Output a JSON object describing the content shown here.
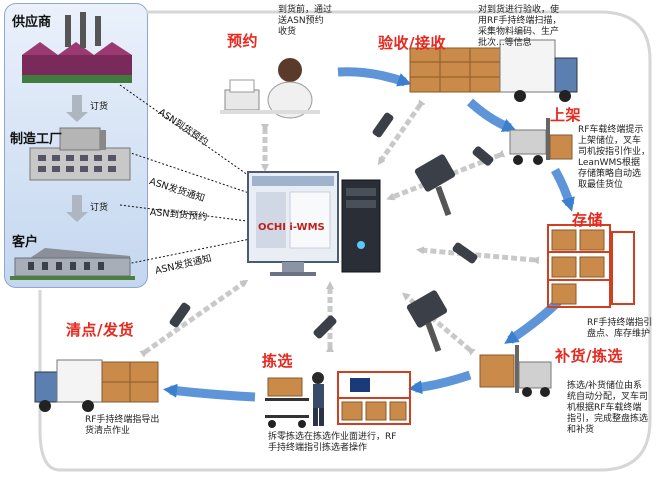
{
  "supply_chain": {
    "supplier": "供应商",
    "manufacturer": "制造工厂",
    "customer": "客户",
    "order_1": "订货",
    "order_2": "订货"
  },
  "asn_messages": [
    "ASN到货预约",
    "ASN发货通知",
    "ASN到货预约",
    "ASN发货通知"
  ],
  "center": {
    "system_name": "OCHI i-WMS"
  },
  "stages": {
    "reservation": {
      "title": "预约",
      "note": "到货前，通过\n送ASN预约\n收货"
    },
    "receiving": {
      "title": "验收/接收",
      "note": "对到货进行验收，使\n用RF手持终端扫描，\n采集物料编码、生产\n批次...等信息"
    },
    "putaway": {
      "title": "上架",
      "note": "RF车载终端提示\n上架储位，叉车\n司机按指引作业，\nLeanWMS根据\n存储策略自动选\n取最佳货位"
    },
    "storage": {
      "title": "存储",
      "note": "RF手持终端指引\n盘点、库存维护"
    },
    "replenish": {
      "title": "补货/拣选",
      "note": "拣选/补货储位由系\n统自动分配，叉车司\n机根据RF车载终端\n指引，完成整盘拣选\n和补货"
    },
    "picking": {
      "title": "拣选",
      "note": "拆零拣选在拣选作业面进行，RF\n手持终端指引拣选者操作"
    },
    "shipping": {
      "title": "清点/发货",
      "note": "RF手持终端指导出\n货清点作业"
    }
  },
  "colors": {
    "stage_title": "#e8281e",
    "flow_arrow": "#3a7fd0",
    "link_arrow": "#c9c9c9",
    "panel": "#c4d7ef"
  },
  "icons": [
    "factory-icon",
    "factory-icon",
    "warehouse-icon",
    "operator-icon",
    "truck-icon",
    "forklift-icon",
    "rf-handheld-icon",
    "rf-vehicle-terminal-icon",
    "shelf-icon",
    "server-icon",
    "cart-icon",
    "picker-icon"
  ]
}
